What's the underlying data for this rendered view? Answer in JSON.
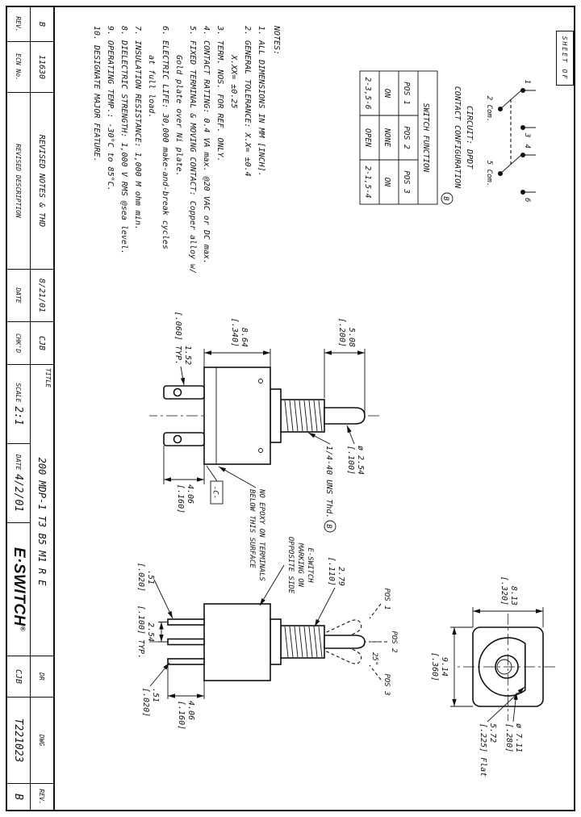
{
  "sheet_tab": {
    "label": "SHEET  OF"
  },
  "title_block": {
    "rev_table": {
      "headers": [
        "REV.",
        "ECN No.",
        "REVISED DESCRIPTION",
        "DATE",
        "CHK'D"
      ],
      "row": [
        "B",
        "11630",
        "REVISED NOTES & THD",
        "8/21/01",
        "CJB"
      ]
    },
    "title_label": "TITLE",
    "part_number": "200 MDP-1 T3 B5 M1 R E",
    "scale_label": "SCALE",
    "scale_value": "2:1",
    "date_label": "DATE",
    "date_value": "4/2/01",
    "brand": "E·SWITCH",
    "brand_reg": "®",
    "dr_label": "DR",
    "dr_value": "CJB",
    "dwg_label": "DWG",
    "dwg_value": "T221023",
    "rev_label": "REV.",
    "rev_value": "B"
  },
  "circuit": {
    "title1": "CIRCUIT: DPDT",
    "title2": "CONTACT CONFIGURATION",
    "flag": "B",
    "t1": "1",
    "t3": "3",
    "t4": "4",
    "t6": "6",
    "com2": "2 Com.",
    "com5": "5 Com."
  },
  "function_table": {
    "header": "SWITCH FUNCTION",
    "columns": [
      "POS 1",
      "POS 2",
      "POS 3"
    ],
    "rows": [
      [
        "ON",
        "NONE",
        "ON"
      ],
      [
        "2-3,5-6",
        "OPEN",
        "2-1,5-4"
      ]
    ]
  },
  "notes": {
    "title": "NOTES:",
    "lines": [
      "1. ALL DIMENSIONS IN MM [INCH].",
      "2. GENERAL TOLERANCE: X.X= ±0.4",
      "      X.XX= ±0.25",
      "3. TERM. NOS. FOR REF. ONLY.",
      "4. CONTACT RATING: 0.4 VA max. @20 VAC or DC max.",
      "5. FIXED TERMINAL & MOVING CONTACT: Copper alloy w/",
      "      Gold plate over Ni plate.",
      "6. ELECTRIC LIFE: 30,000 make-and-break cycles",
      "      at full load.",
      "7. INSULATION RESISTANCE: 1,000 M ohm min.",
      "8. DIELECTRIC STRENGTH: 1,000 V RMS @sea level.",
      "9. OPERATING TEMP.: -30°C to 85°C.",
      "10. DESIGNATE MAJOR FEATURE."
    ]
  },
  "dims": {
    "toggle_len_mm": "5.08",
    "toggle_len_in": "[.200]",
    "body_h_mm": "8.64",
    "body_h_in": "[.340]",
    "lug_thk_mm": "1.52",
    "lug_thk_in": "[.060] TYP.",
    "lug_len_mm": "4.06",
    "lug_len_in": "[.160]",
    "toggle_dia_mm": "ø 2.54",
    "toggle_dia_in": "[.100]",
    "thread": "1/4-40 UNS Thd.",
    "thread_flag": "B",
    "datum": "-C-",
    "epoxy1": "NO EPOXY ON TERMINALS",
    "epoxy2": "BELOW THIS SURFACE",
    "mark1": "E-SWITCH",
    "mark2": "MARKING ON",
    "mark3": "OPPOSITE SIDE",
    "pos1": "POS 1",
    "pos2": "POS 2",
    "pos3": "POS 3",
    "angle": "25°",
    "flat_len_mm": "2.79",
    "flat_len_in": "[.110]",
    "pitch_mm": "2.54",
    "pitch_in": "[.100] TYP.",
    "pin_thk_mm": ".51",
    "pin_thk_in": "[.020]",
    "pin_w_mm": ".51",
    "pin_w_in": "[.020]",
    "pin_len_mm": "4.06",
    "pin_len_in": "[.160]",
    "face_h_mm": "8.13",
    "face_h_in": "[.320]",
    "face_w_mm": "9.14",
    "face_w_in": "[.360]",
    "bush_dia_mm": "ø 7.11",
    "bush_dia_in": "[.280]",
    "flat_w_mm": "5.72",
    "flat_w_in": "[.225] Flat"
  }
}
